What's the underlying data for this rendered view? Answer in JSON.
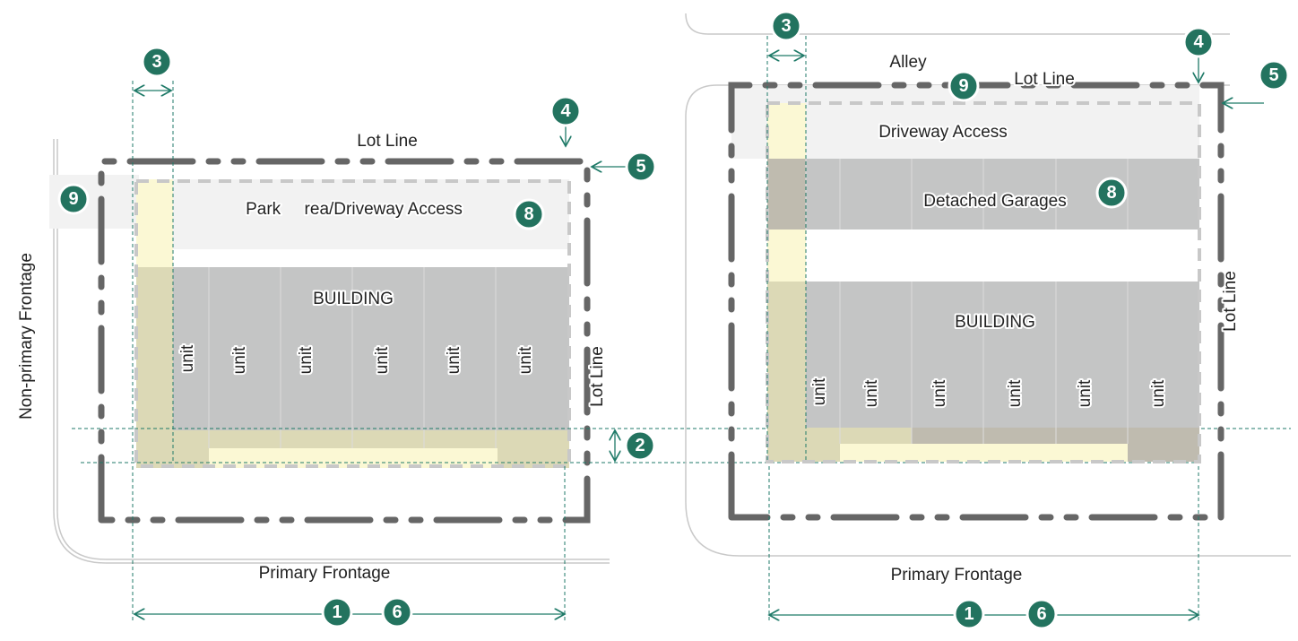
{
  "colors": {
    "badge": "#23735f",
    "lot_line": "#666666",
    "building": "#c4c5c5",
    "driveway": "#f2f2f2",
    "setback_yellow": "#fbf8d4",
    "setback_tan": "#dcd9b6"
  },
  "left": {
    "lot_line_top": "Lot Line",
    "lot_line_side": "Lot Line",
    "parking": "Park     rea/Driveway Access",
    "building": "BUILDING",
    "units": [
      "unit",
      "unit",
      "unit",
      "unit",
      "unit",
      "unit"
    ],
    "non_primary_frontage": "Non-primary Frontage",
    "primary_frontage": "Primary Frontage",
    "badges": {
      "b1": "1",
      "b2": "2",
      "b3": "3",
      "b4": "4",
      "b5": "5",
      "b6": "6",
      "b8": "8",
      "b9": "9"
    }
  },
  "right": {
    "alley": "Alley",
    "lot_line_top": "Lot Line",
    "lot_line_side": "Lot Line",
    "driveway": "Driveway Access",
    "garages": "Detached Garages",
    "building": "BUILDING",
    "units": [
      "unit",
      "unit",
      "unit",
      "unit",
      "unit",
      "unit"
    ],
    "primary_frontage": "Primary Frontage",
    "badges": {
      "b1": "1",
      "b3": "3",
      "b4": "4",
      "b5": "5",
      "b6": "6",
      "b8": "8",
      "b9": "9"
    }
  }
}
